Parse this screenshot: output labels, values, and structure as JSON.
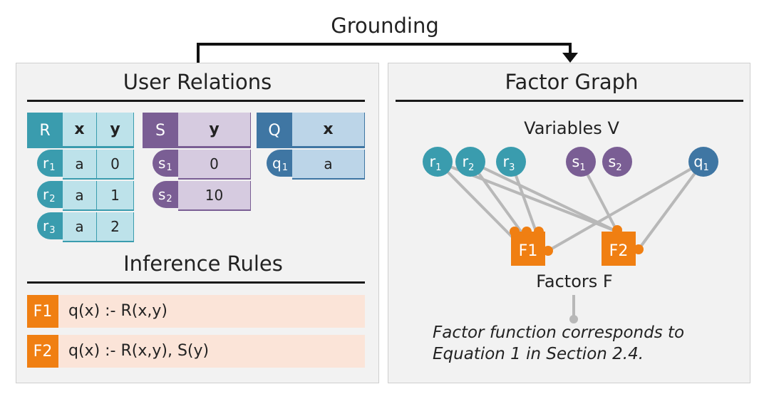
{
  "grounding_label": "Grounding",
  "left": {
    "relations_title": "User Relations",
    "rules_title": "Inference Rules",
    "tables": {
      "R": {
        "name": "R",
        "columns": [
          "x",
          "y"
        ],
        "rows": [
          {
            "id": "r",
            "sub": "1",
            "cells": [
              "a",
              "0"
            ]
          },
          {
            "id": "r",
            "sub": "2",
            "cells": [
              "a",
              "1"
            ]
          },
          {
            "id": "r",
            "sub": "3",
            "cells": [
              "a",
              "2"
            ]
          }
        ]
      },
      "S": {
        "name": "S",
        "columns": [
          "y"
        ],
        "rows": [
          {
            "id": "s",
            "sub": "1",
            "cells": [
              "0"
            ]
          },
          {
            "id": "s",
            "sub": "2",
            "cells": [
              "10"
            ]
          }
        ]
      },
      "Q": {
        "name": "Q",
        "columns": [
          "x"
        ],
        "rows": [
          {
            "id": "q",
            "sub": "1",
            "cells": [
              "a"
            ]
          }
        ]
      }
    },
    "rules": [
      {
        "id": "F1",
        "text": "q(x) :- R(x,y)"
      },
      {
        "id": "F2",
        "text": "q(x) :- R(x,y), S(y)"
      }
    ]
  },
  "right": {
    "title": "Factor Graph",
    "variables_label": "Variables V",
    "factors_label": "Factors F",
    "variables": [
      {
        "id": "r",
        "sub": "1",
        "group": "R"
      },
      {
        "id": "r",
        "sub": "2",
        "group": "R"
      },
      {
        "id": "r",
        "sub": "3",
        "group": "R"
      },
      {
        "id": "s",
        "sub": "1",
        "group": "S"
      },
      {
        "id": "s",
        "sub": "2",
        "group": "S"
      },
      {
        "id": "q",
        "sub": "1",
        "group": "Q"
      }
    ],
    "factors": [
      {
        "id": "F1"
      },
      {
        "id": "F2"
      }
    ],
    "note_line1": "Factor function corresponds to",
    "note_line2": "Equation 1 in Section 2.4."
  },
  "colors": {
    "R_dark": "#3a9cae",
    "R_light": "#bde2ea",
    "S_dark": "#7a5e94",
    "S_light": "#d6cbe0",
    "Q_dark": "#3f76a3",
    "Q_light": "#bcd5e8",
    "factor": "#f07f12",
    "rule_bg": "#fbe4d8",
    "edge": "#b8b8b8"
  }
}
